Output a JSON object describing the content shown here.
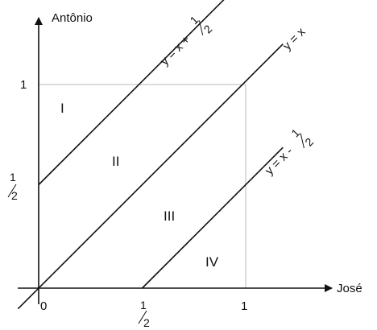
{
  "axes": {
    "x_name": "José",
    "y_name": "Antônio"
  },
  "ticks": {
    "origin": "0",
    "one_x": "1",
    "one_y": "1",
    "half_num": "1",
    "half_den": "2"
  },
  "lines": {
    "upper": {
      "prefix": "y = x + ",
      "num": "1",
      "den": "2",
      "offset": 0.5
    },
    "middle": {
      "text": "y = x",
      "offset": 0
    },
    "lower": {
      "prefix": "y = x - ",
      "num": "1",
      "den": "2",
      "offset": -0.5
    }
  },
  "regions": {
    "r1": "I",
    "r2": "II",
    "r3": "III",
    "r4": "IV"
  },
  "colors": {
    "ink": "#111111",
    "guide": "#b8b8b8"
  }
}
